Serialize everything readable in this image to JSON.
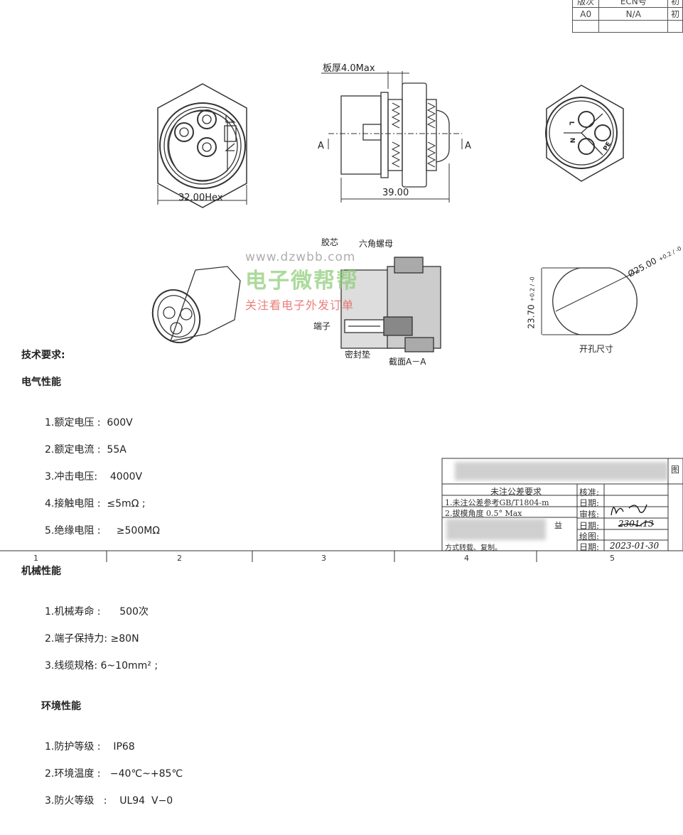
{
  "revision_table": {
    "headers": [
      "版次",
      "ECN号",
      "初"
    ],
    "rows": [
      [
        "A0",
        "N/A",
        "初"
      ],
      [
        "",
        "",
        ""
      ]
    ]
  },
  "views": {
    "front_hex_dim": "32.00Hex",
    "plate_thickness": "板厚4.0Max",
    "length_dim": "39.00",
    "section_marker": "A",
    "pin_labels": [
      "L",
      "N",
      "PE"
    ],
    "cutout_height": "23.70",
    "cutout_height_tol": "+0.2 / -0",
    "cutout_dia": "Ø25.00",
    "cutout_dia_tol": "+0.2 / -0",
    "cutout_caption": "开孔尺寸"
  },
  "section": {
    "label_core": "胶芯",
    "label_nut": "六角螺母",
    "label_terminal": "端子",
    "label_gasket": "密封垫",
    "caption": "截面A－A"
  },
  "watermark": {
    "url": "www.dzwbb.com",
    "brand": "电子微帮帮",
    "slogan": "关注看电子外发订单"
  },
  "specs": {
    "title": "技术要求:",
    "electrical": {
      "heading": "电气性能",
      "items": [
        "1.额定电压 :  600V",
        "2.额定电流 :  55A",
        "3.冲击电压:    4000V",
        "4.接触电阻 :  ≤5mΩ ;",
        "5.绝缘电阻 :     ≥500MΩ"
      ]
    },
    "mechanical": {
      "heading": "机械性能",
      "items": [
        "1.机械寿命 :      500次",
        "2.端子保持力: ≥80N",
        "3.线缆规格: 6~10mm² ;"
      ]
    },
    "environmental": {
      "heading": "环境性能",
      "items": [
        "1.防护等级 :    IP68",
        "2.环境温度 :   −40℃~+85℃",
        "3.防火等级   :    UL94  V−0"
      ]
    }
  },
  "title_block": {
    "tolerance_heading": "未注公差要求",
    "tolerance_1": "1.未注公差参考GB/T1804-m",
    "tolerance_2": "2.拔模角度  0.5° Max",
    "note_tail": "益",
    "copyright_tail": "方式转载、复制。",
    "approve": "核准:",
    "date1": "日期:",
    "review": "审核:",
    "date2": "日期:",
    "draw": "绘图:",
    "date3": "日期:",
    "review_date": "2301.13",
    "draw_date": "2023-01-30",
    "right_col": "图"
  },
  "grid_columns": [
    "1",
    "2",
    "3",
    "4",
    "5"
  ]
}
